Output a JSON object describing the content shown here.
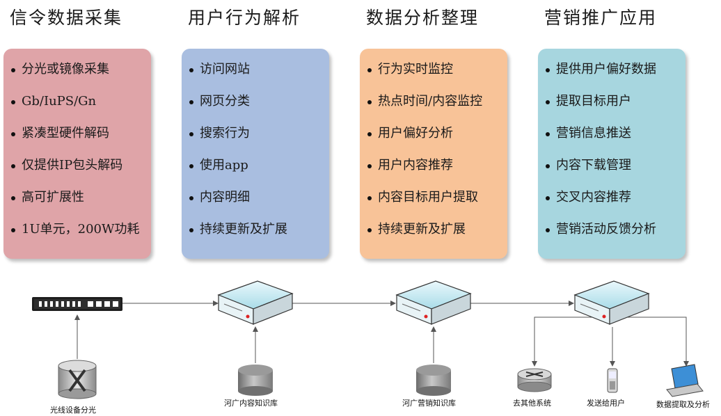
{
  "columns": [
    {
      "title": "信令数据采集",
      "color": "#dfa4a8",
      "items": [
        "分光或镜像采集",
        "Gb/IuPS/Gn",
        "紧凑型硬件解码",
        "仅提供IP包头解码",
        "高可扩展性",
        "1U单元，200W功耗"
      ]
    },
    {
      "title": "用户行为解析",
      "color": "#a9bee0",
      "items": [
        "访问网站",
        "网页分类",
        "搜索行为",
        "使用app",
        "内容明细",
        "持续更新及扩展"
      ]
    },
    {
      "title": "数据分析整理",
      "color": "#f8c398",
      "items": [
        "行为实时监控",
        "热点时间/内容监控",
        "用户偏好分析",
        "用户内容推荐",
        "内容目标用户提取",
        "持续更新及扩展"
      ]
    },
    {
      "title": "营销推广应用",
      "color": "#a7d6df",
      "items": [
        "提供用户偏好数据",
        "提取目标用户",
        "营销信息推送",
        "内容下载管理",
        "交叉内容推荐",
        "营销活动反馈分析"
      ]
    }
  ],
  "diagram": {
    "labels": {
      "splitter": "光线设备分光",
      "db1": "河广内容知识库",
      "db2": "河广营销知识库",
      "router": "去其他系统",
      "phone": "发送给用户",
      "laptop": "数据提取及分析"
    }
  },
  "icons": [
    "switch-icon",
    "server-icon",
    "database-icon",
    "router-icon",
    "phone-icon",
    "laptop-icon"
  ]
}
